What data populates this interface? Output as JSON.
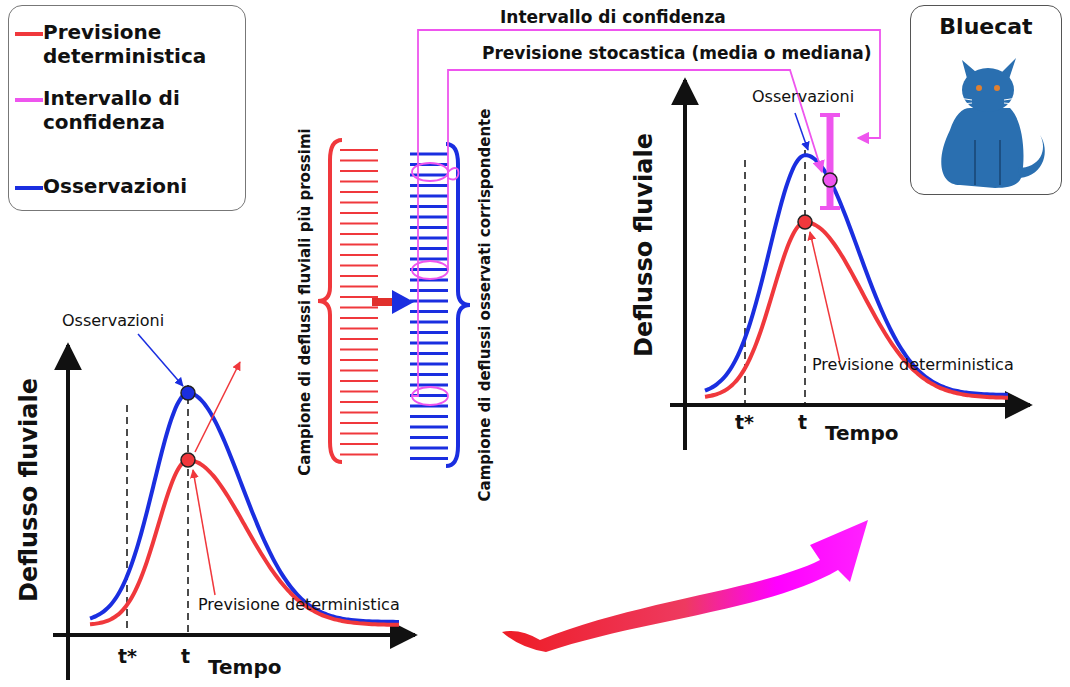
{
  "diagram": {
    "nodes": [
      {
        "text": [
          "Bluecat"
        ]
      }
    ],
    "labels": [
      "Intervallo di confidenza",
      "Previsione stocastica (media o mediana)",
      "Campione di deflussi fluviali più prossimi",
      "Campione di deflussi osservati corrispondente",
      "Osservazioni",
      "Deflusso fluviale",
      "Previsione deterministica",
      "t*",
      "t",
      "Tempo",
      "Osservazioni",
      "Deflusso fluviale",
      "Previsione deterministica",
      "t*",
      "t",
      "Tempo"
    ],
    "legend": [
      {
        "text": "Previsione deterministica"
      },
      {
        "text": "Intervallo di confidenza"
      },
      {
        "text": "Osservazioni"
      }
    ]
  }
}
